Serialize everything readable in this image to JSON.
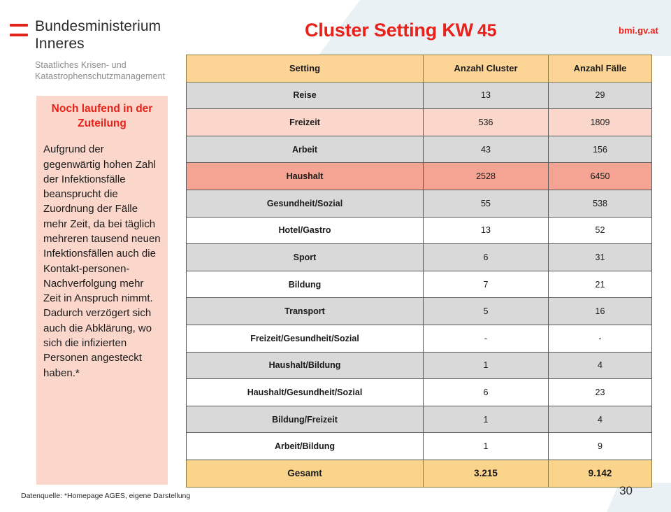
{
  "header": {
    "logo_icon": "austrian-flag-icon",
    "ministry_line1": "Bundesministerium",
    "ministry_line2": "Inneres",
    "department_line1": "Staatliches Krisen- und",
    "department_line2": "Katastrophenschutzmanagement",
    "title": "Cluster Setting KW",
    "title_week": "45",
    "url": "bmi.gv.at",
    "title_color": "#e8211b"
  },
  "note": {
    "title": "Noch laufend in der Zuteilung",
    "body": "Aufgrund der gegenwärtig hohen Zahl der Infektionsfälle beansprucht die Zuordnung der Fälle mehr Zeit, da bei täglich mehreren tausend neuen Infektionsfällen auch die Kontakt-personen-Nachverfolgung mehr Zeit in Anspruch nimmt. Dadurch verzögert sich auch die Abklärung, wo sich die infizierten Personen angesteckt haben.*",
    "background_color": "#fbd7cb"
  },
  "table": {
    "columns": [
      "Setting",
      "Anzahl Cluster",
      "Anzahl Fälle"
    ],
    "header_color": "#fcd496",
    "rows": [
      {
        "setting": "Reise",
        "cluster": "13",
        "faelle": "29",
        "style": "r-grey"
      },
      {
        "setting": "Freizeit",
        "cluster": "536",
        "faelle": "1809",
        "style": "r-pink"
      },
      {
        "setting": "Arbeit",
        "cluster": "43",
        "faelle": "156",
        "style": "r-grey"
      },
      {
        "setting": "Haushalt",
        "cluster": "2528",
        "faelle": "6450",
        "style": "r-salmon"
      },
      {
        "setting": "Gesundheit/Sozial",
        "cluster": "55",
        "faelle": "538",
        "style": "r-grey"
      },
      {
        "setting": "Hotel/Gastro",
        "cluster": "13",
        "faelle": "52",
        "style": "r-white"
      },
      {
        "setting": "Sport",
        "cluster": "6",
        "faelle": "31",
        "style": "r-grey"
      },
      {
        "setting": "Bildung",
        "cluster": "7",
        "faelle": "21",
        "style": "r-white"
      },
      {
        "setting": "Transport",
        "cluster": "5",
        "faelle": "16",
        "style": "r-grey"
      },
      {
        "setting": "Freizeit/Gesundheit/Sozial",
        "cluster": "-",
        "faelle": "-",
        "style": "r-white"
      },
      {
        "setting": "Haushalt/Bildung",
        "cluster": "1",
        "faelle": "4",
        "style": "r-grey"
      },
      {
        "setting": "Haushalt/Gesundheit/Sozial",
        "cluster": "6",
        "faelle": "23",
        "style": "r-white"
      },
      {
        "setting": "Bildung/Freizeit",
        "cluster": "1",
        "faelle": "4",
        "style": "r-grey"
      },
      {
        "setting": "Arbeit/Bildung",
        "cluster": "1",
        "faelle": "9",
        "style": "r-white"
      },
      {
        "setting": "Gesamt",
        "cluster": "3.215",
        "faelle": "9.142",
        "style": "r-total"
      }
    ]
  },
  "footer": {
    "source": "Datenquelle: *Homepage AGES, eigene Darstellung",
    "page_number": "30"
  },
  "chart_data": {
    "type": "table",
    "title": "Cluster Setting KW 45",
    "columns": [
      "Setting",
      "Anzahl Cluster",
      "Anzahl Fälle"
    ],
    "categories": [
      "Reise",
      "Freizeit",
      "Arbeit",
      "Haushalt",
      "Gesundheit/Sozial",
      "Hotel/Gastro",
      "Sport",
      "Bildung",
      "Transport",
      "Freizeit/Gesundheit/Sozial",
      "Haushalt/Bildung",
      "Haushalt/Gesundheit/Sozial",
      "Bildung/Freizeit",
      "Arbeit/Bildung"
    ],
    "series": [
      {
        "name": "Anzahl Cluster",
        "values": [
          13,
          536,
          43,
          2528,
          55,
          13,
          6,
          7,
          5,
          null,
          1,
          6,
          1,
          1
        ],
        "total": 3215
      },
      {
        "name": "Anzahl Fälle",
        "values": [
          29,
          1809,
          156,
          6450,
          538,
          52,
          31,
          21,
          16,
          null,
          4,
          23,
          4,
          9
        ],
        "total": 9142
      }
    ],
    "total_label": "Gesamt"
  }
}
